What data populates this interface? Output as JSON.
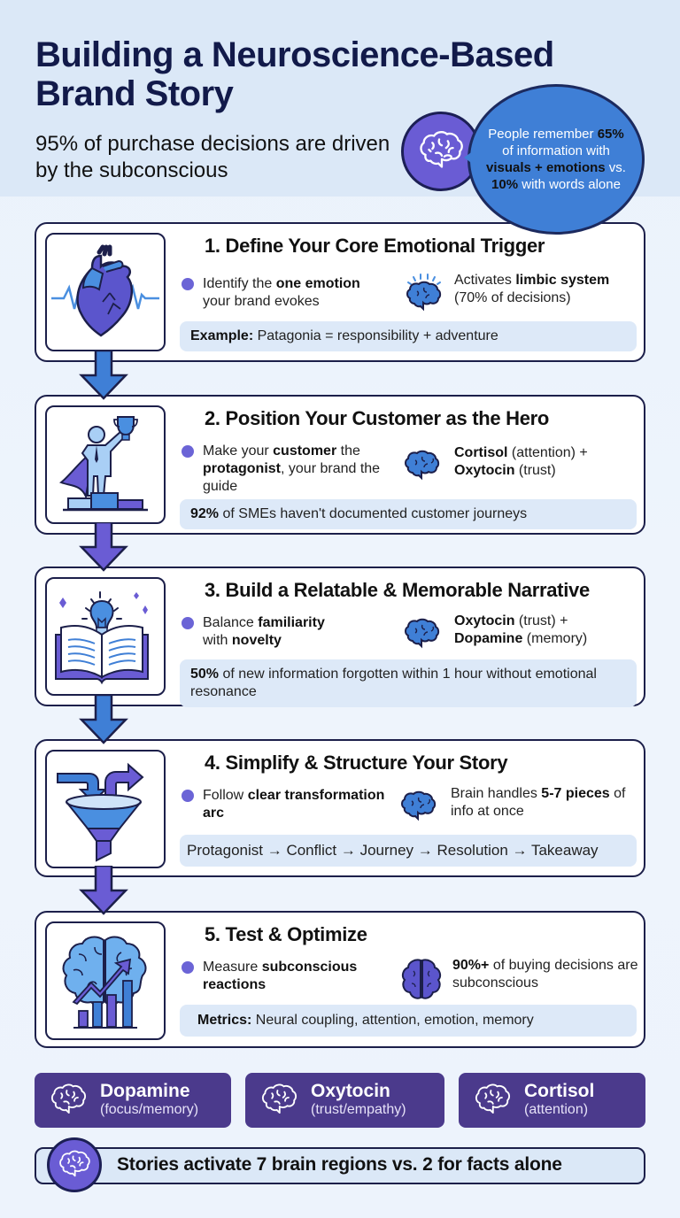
{
  "header": {
    "title_line1": "Building a Neuroscience-Based",
    "title_line2": "Brand Story",
    "subtitle": "95% of purchase decisions are driven by the subconscious",
    "bubble": {
      "p1": "People remember ",
      "b1": "65%",
      "p2": " of information with ",
      "b2": "visuals + emotions",
      "p3": " vs. ",
      "b3": "10%",
      "p4": " with words alone"
    }
  },
  "steps": [
    {
      "title": "1. Define Your Core Emotional Trigger",
      "icon": "heart-icon",
      "bullet": [
        {
          "t": "Identify the "
        },
        {
          "b": "one emotion"
        },
        {
          "t": " your brand evokes"
        }
      ],
      "neuro": [
        {
          "t": "Activates "
        },
        {
          "b": "limbic system"
        },
        {
          "t": " (70% of decisions)"
        }
      ],
      "callout": [
        {
          "b": "Example:"
        },
        {
          "t": " Patagonia = responsibility + adventure"
        }
      ]
    },
    {
      "title": "2. Position Your Customer as the Hero",
      "icon": "hero-trophy-icon",
      "bullet": [
        {
          "t": "Make your "
        },
        {
          "b": "customer"
        },
        {
          "t": " the "
        },
        {
          "b": "protagonist"
        },
        {
          "t": ", your brand the guide"
        }
      ],
      "neuro": [
        {
          "b": "Cortisol"
        },
        {
          "t": " (attention) + "
        },
        {
          "b": "Oxytocin"
        },
        {
          "t": " (trust)"
        }
      ],
      "callout": [
        {
          "b": "92%"
        },
        {
          "t": " of SMEs haven't documented customer journeys"
        }
      ]
    },
    {
      "title": "3. Build a Relatable & Memorable Narrative",
      "icon": "book-lightbulb-icon",
      "bullet": [
        {
          "t": "Balance "
        },
        {
          "b": "familiarity"
        },
        {
          "t": " with "
        },
        {
          "b": "novelty"
        }
      ],
      "neuro": [
        {
          "b": "Oxytocin"
        },
        {
          "t": " (trust) + "
        },
        {
          "b": "Dopamine"
        },
        {
          "t": " (memory)"
        }
      ],
      "callout": [
        {
          "b": "50%"
        },
        {
          "t": " of new information forgotten within 1 hour without emotional resonance"
        }
      ]
    },
    {
      "title": "4. Simplify & Structure Your Story",
      "icon": "funnel-icon",
      "bullet": [
        {
          "t": "Follow "
        },
        {
          "b": "clear transformation arc"
        }
      ],
      "neuro": [
        {
          "t": "Brain handles "
        },
        {
          "b": "5-7 pieces"
        },
        {
          "t": " of info at once"
        }
      ],
      "callout": [
        {
          "t": "Protagonist → Conflict → Journey → Resolution → Takeaway"
        }
      ]
    },
    {
      "title": "5. Test & Optimize",
      "icon": "brain-chart-icon",
      "bullet": [
        {
          "t": "Measure "
        },
        {
          "b": "subconscious reactions"
        }
      ],
      "neuro": [
        {
          "b": "90%+"
        },
        {
          "t": " of buying decisions are subconscious"
        }
      ],
      "callout": [
        {
          "b": "Metrics:"
        },
        {
          "t": " Neural coupling, attention, emotion, memory"
        }
      ]
    }
  ],
  "hormones": [
    {
      "name": "Dopamine",
      "desc": "(focus/memory)"
    },
    {
      "name": "Oxytocin",
      "desc": "(trust/empathy)"
    },
    {
      "name": "Cortisol",
      "desc": "(attention)"
    }
  ],
  "footer": {
    "text": "Stories activate 7 brain regions vs. 2 for facts alone"
  },
  "colors": {
    "navy": "#1c1f4a",
    "purple": "#6a5cd4",
    "blue": "#3f7fd6",
    "deep_purple": "#4b3a8c",
    "callout_bg": "#dde9f8"
  }
}
